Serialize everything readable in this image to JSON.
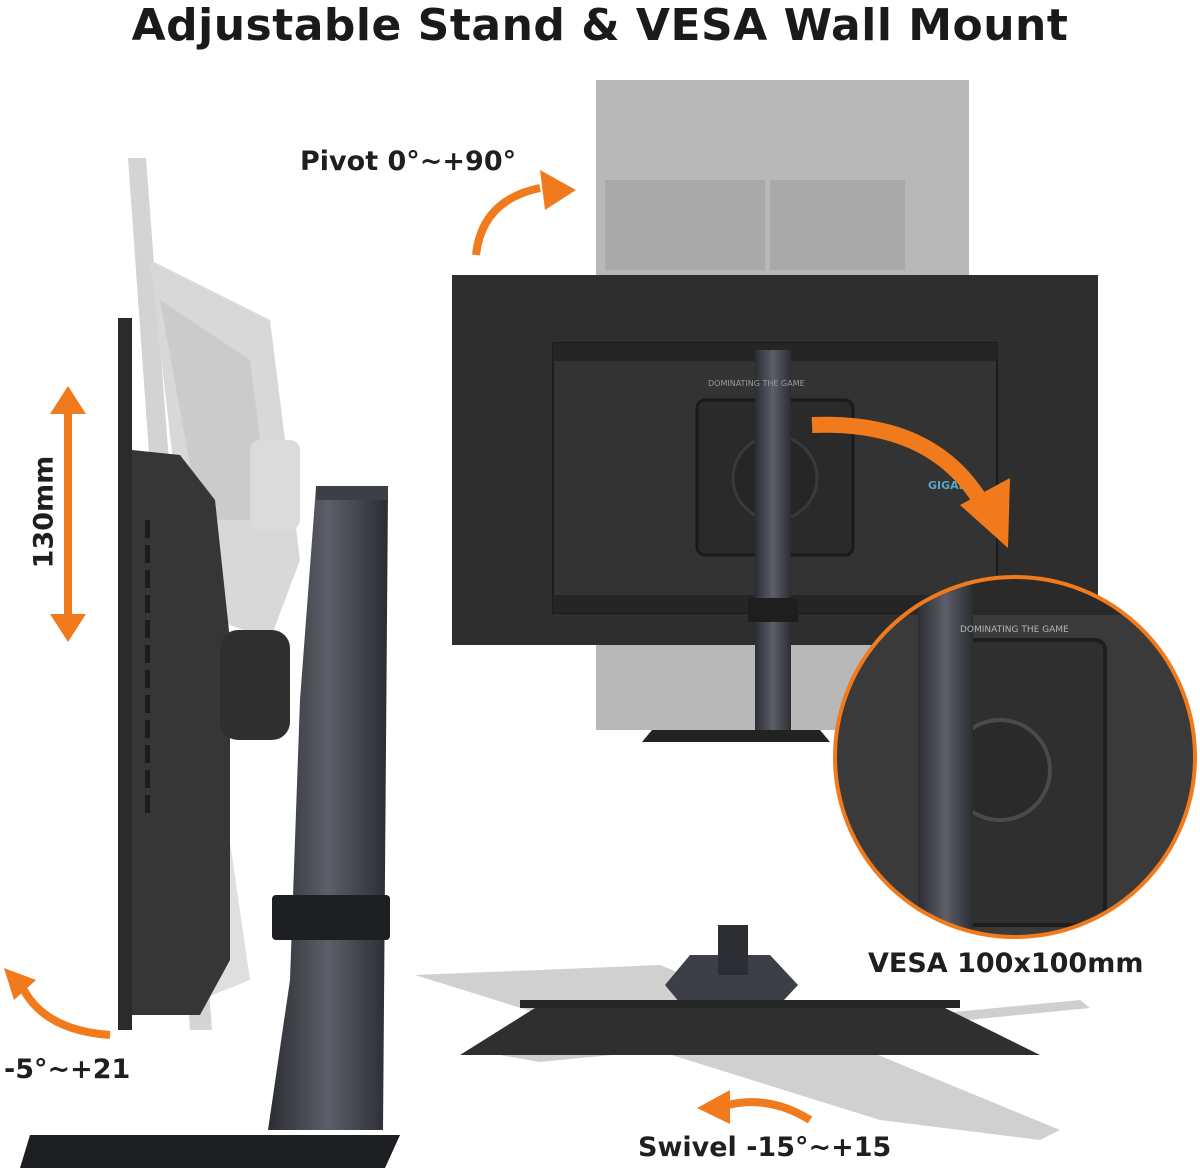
{
  "title": "Adjustable Stand & VESA Wall Mount",
  "labels": {
    "pivot": "Pivot 0°~+90°",
    "height": "130mm",
    "vesa": "VESA 100x100mm",
    "tilt": "-5°~+21",
    "swivel": "Swivel -15°~+15"
  },
  "logo_text": {
    "brand": "GIGABY",
    "tagline": "DOMINATING THE GAME"
  },
  "colors": {
    "accent": "#f07a1c",
    "monitor_dark": "#2e2e2e",
    "ghost_gray": "#b8b8b8"
  }
}
